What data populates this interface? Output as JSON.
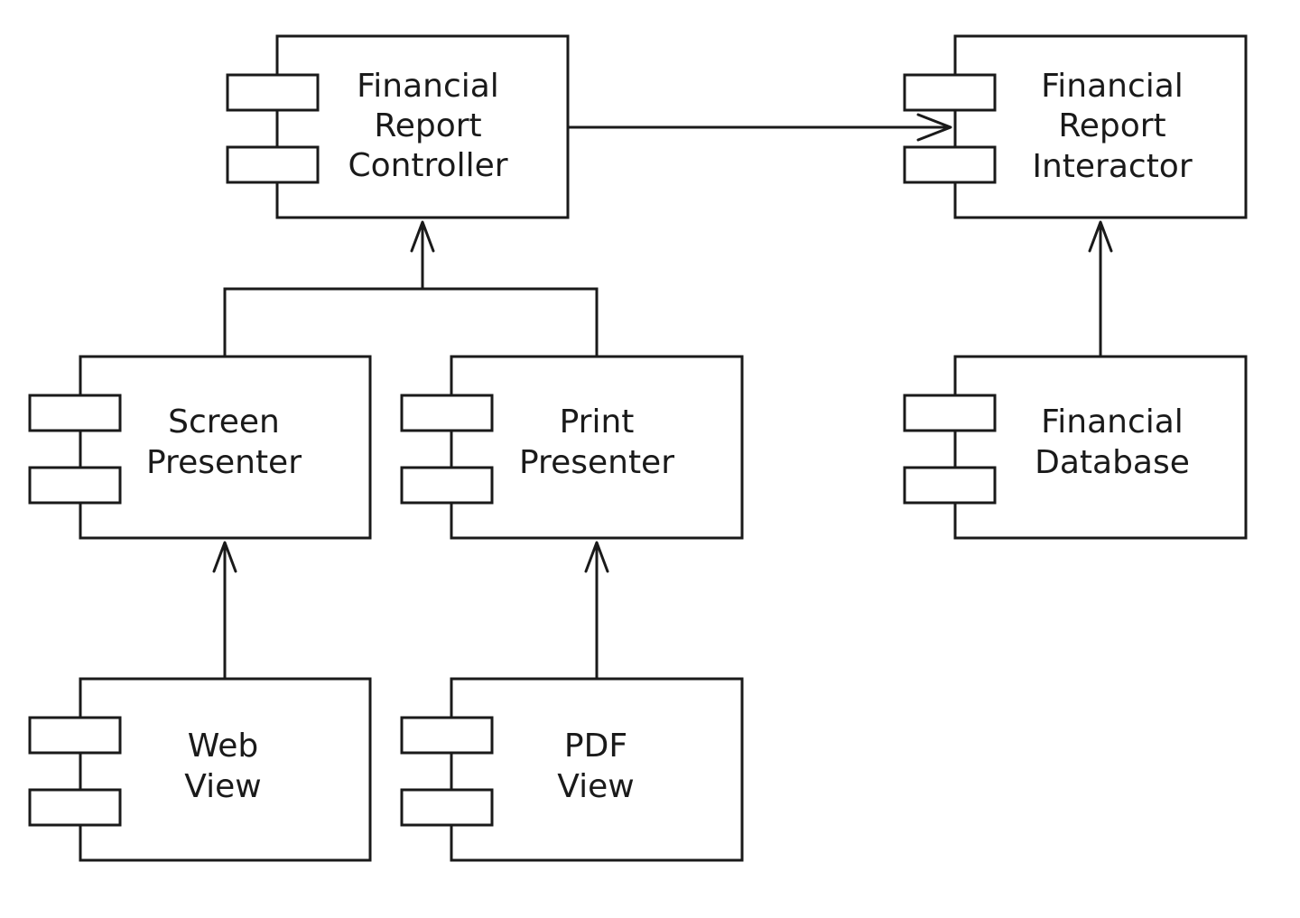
{
  "components": [
    {
      "id": "controller",
      "lines": [
        "Financial",
        "Report",
        "Controller"
      ]
    },
    {
      "id": "interactor",
      "lines": [
        "Financial",
        "Report",
        "Interactor"
      ]
    },
    {
      "id": "screen_presenter",
      "lines": [
        "Screen",
        "Presenter"
      ]
    },
    {
      "id": "print_presenter",
      "lines": [
        "Print",
        "Presenter"
      ]
    },
    {
      "id": "database",
      "lines": [
        "Financial",
        "Database"
      ]
    },
    {
      "id": "web_view",
      "lines": [
        "Web",
        "View"
      ]
    },
    {
      "id": "pdf_view",
      "lines": [
        "PDF",
        "View"
      ]
    }
  ],
  "dependencies": [
    {
      "from": "controller",
      "to": "interactor"
    },
    {
      "from": "screen_presenter",
      "to": "controller"
    },
    {
      "from": "print_presenter",
      "to": "controller"
    },
    {
      "from": "database",
      "to": "interactor"
    },
    {
      "from": "web_view",
      "to": "screen_presenter"
    },
    {
      "from": "pdf_view",
      "to": "print_presenter"
    }
  ]
}
